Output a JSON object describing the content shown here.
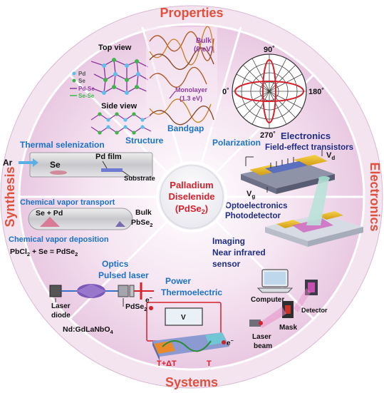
{
  "sections": {
    "properties": "Properties",
    "electronics": "Electronics",
    "systems": "Systems",
    "synthesis": "Synthesis"
  },
  "center": {
    "line1": "Palladium",
    "line2": "Diselenide",
    "line3_base": "(PdSe",
    "line3_sub": "2",
    "line3_end": ")"
  },
  "structure": {
    "top_view": "Top view",
    "side_view": "Side view",
    "legend_pd": "Pd",
    "legend_se": "Se",
    "legend_pdse": "Pd-Se",
    "legend_sese": "Se-Se",
    "caption": "Structure"
  },
  "bandgap": {
    "bulk": "Bulk",
    "bulk_ev": "(0 eV)",
    "monolayer": "Monolayer",
    "monolayer_ev": "(1.3 eV)",
    "caption": "Bandgap"
  },
  "polarization": {
    "a90": "90˚",
    "a0": "0˚",
    "a180": "180˚",
    "a270": "270˚",
    "caption": "Polarization"
  },
  "electronics": {
    "title": "Electronics",
    "fet": "Field-effect transistors",
    "vd": "V",
    "vd_sub": "d",
    "vg": "V",
    "vg_sub": "g",
    "opto": "Optoelectronics",
    "photodetector": "Photodetector"
  },
  "imaging": {
    "title": "Imaging",
    "nir1": "Near infrared",
    "nir2": "sensor",
    "computer": "Computer",
    "detector": "Detector",
    "mask": "Mask",
    "laser1": "Laser",
    "laser2": "beam"
  },
  "power": {
    "title": "Power",
    "thermo": "Thermoelectric",
    "electron": "e",
    "volt": "V",
    "hot": "T+ΔT",
    "cold": "T"
  },
  "optics": {
    "title": "Optics",
    "pulsed": "Pulsed laser",
    "laser_diode1": "Laser",
    "laser_diode2": "diode",
    "pdse2_base": "PdSe",
    "pdse2_sub": "2",
    "crystal_base": "Nd:GdLaNbO",
    "crystal_sub": "4"
  },
  "synthesis": {
    "thermal": "Thermal selenization",
    "ar": "Ar",
    "se": "Se",
    "pd_film": "Pd film",
    "substrate": "Substrate",
    "cvt": "Chemical vapor transport",
    "se_pd": "Se + Pd",
    "bulk": "Bulk",
    "pbse2_base": "PbSe",
    "pbse2_sub": "2",
    "cvd": "Chemical vapor deposition",
    "eq_a": "PbCl",
    "eq_a_sub": "2",
    "eq_b": " + Se = PdSe",
    "eq_b_sub": "2"
  },
  "colors": {
    "ring": "#f1e2ef",
    "inner": "#efd3ea",
    "section_title": "#e0503c",
    "center_text": "#d6202a",
    "blue_label": "#1a73c9",
    "navy_label": "#1f2d8a"
  }
}
